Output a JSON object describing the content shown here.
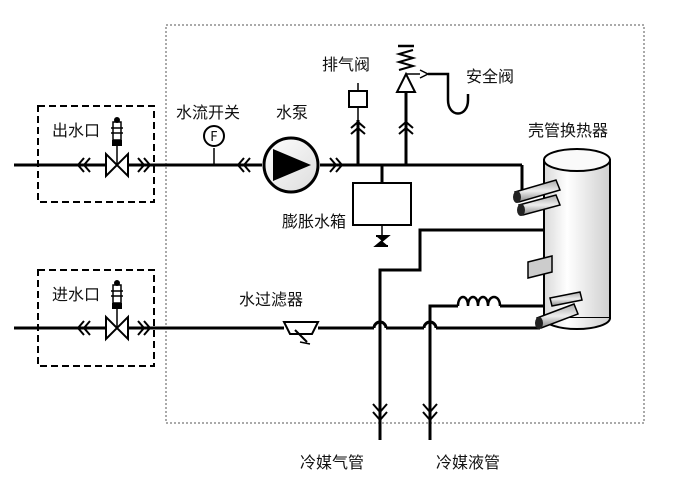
{
  "labels": {
    "outlet": "出水口",
    "inlet": "进水口",
    "flow_switch": "水流开关",
    "flow_switch_symbol": "F",
    "pump": "水泵",
    "vent_valve": "排气阀",
    "safety_valve": "安全阀",
    "exchanger": "壳管换热器",
    "expansion_tank": "膨胀水箱",
    "filter": "水过滤器",
    "gas_pipe": "冷媒气管",
    "liquid_pipe": "冷媒液管"
  }
}
